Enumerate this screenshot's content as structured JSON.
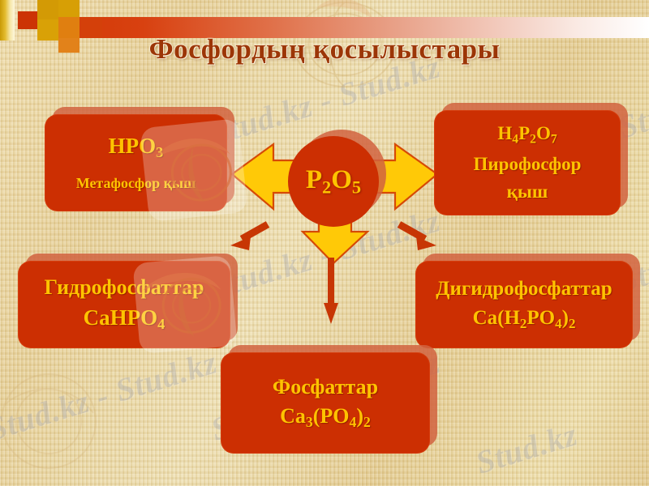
{
  "slide": {
    "title": "Фосфордың қосылыстары",
    "background_color": "#e7d199",
    "accent_color": "#cc2f02",
    "text_color": "#ffc300",
    "title_color": "#9c3607"
  },
  "watermark": {
    "text": "Stud.kz - Stud.kz",
    "short": "Stud.kz"
  },
  "center": {
    "label_html": "P<sub>2</sub>O<sub>5</sub>",
    "label": "P2O5"
  },
  "boxes": [
    {
      "id": "hpo3",
      "line1_html": "HPO<sub>3</sub>",
      "line1": "HPO3",
      "line2": "Метафосфор қыш",
      "line3": ""
    },
    {
      "id": "pyro",
      "line1_html": "H<sub>4</sub>P<sub>2</sub>O<sub>7</sub>",
      "line1": "H4P2O7",
      "line2": "Пирофосфор",
      "line3": "қыш"
    },
    {
      "id": "hydro",
      "line1": "Гидрофосфаттар",
      "line2_html": "CaHPO<sub>4</sub>",
      "line2": "CaHPO4",
      "line3": ""
    },
    {
      "id": "dihydro",
      "line1": "Дигидрофосфаттар",
      "line2_html": "Ca(H<sub>2</sub>PO<sub>4</sub>)<sub>2</sub>",
      "line2": "Ca(H2PO4)2",
      "line3": ""
    },
    {
      "id": "phos",
      "line1": "Фосфаттар",
      "line2_html": "Ca<sub>3</sub>(PO<sub>4</sub>)<sub>2</sub>",
      "line2": "Ca3(PO4)2",
      "line3": ""
    }
  ],
  "arrows": {
    "big_fill": "#ffc907",
    "big_stroke": "#d64a06",
    "thin_fill": "#c73604",
    "items": [
      {
        "name": "arrow-left-big",
        "direction": "left"
      },
      {
        "name": "arrow-right-big",
        "direction": "right"
      },
      {
        "name": "arrow-down-big",
        "direction": "down"
      },
      {
        "name": "arrow-diagonal-left",
        "direction": "down-left"
      },
      {
        "name": "arrow-diagonal-right",
        "direction": "down-right"
      },
      {
        "name": "arrow-down-thin",
        "direction": "down"
      }
    ]
  },
  "decor": {
    "topbar_gradient_start": "#d33a06",
    "topbar_gradient_end": "#ffffff"
  }
}
